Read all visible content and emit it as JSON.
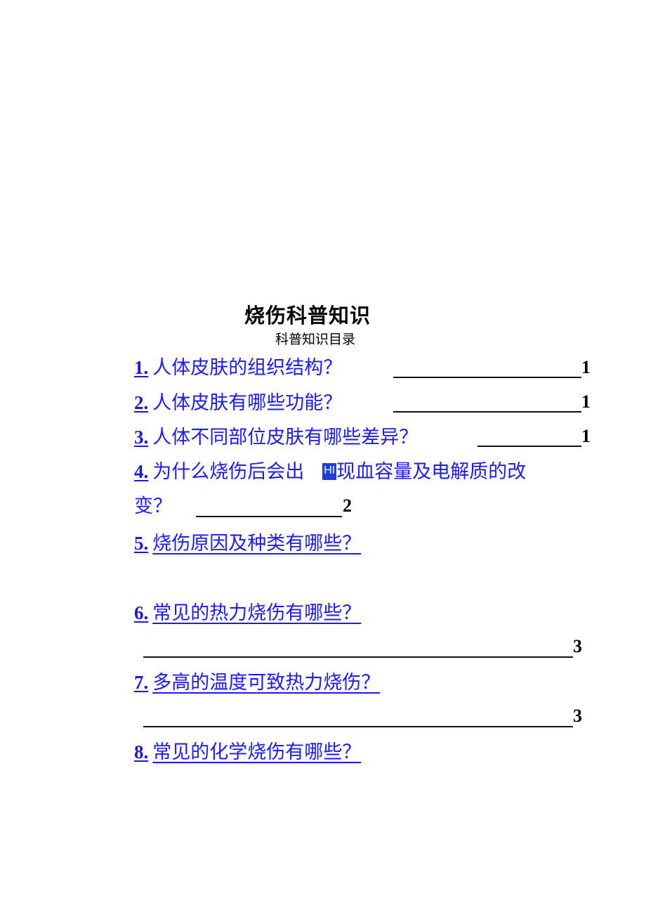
{
  "document": {
    "title": "烧伤科普知识",
    "subtitle": "科普知识目录"
  },
  "colors": {
    "link": "#1a1aff",
    "text": "#000000",
    "highlight_badge": "#1a3fe0",
    "background": "#ffffff"
  },
  "toc": {
    "entries": [
      {
        "num": "1.",
        "text": "人体皮肤的组织结构？",
        "page": "1"
      },
      {
        "num": "2.",
        "text": "人体皮肤有哪些功能？",
        "page": "1"
      },
      {
        "num": "3.",
        "text": "人体不同部位皮肤有哪些差异？",
        "page": "1"
      },
      {
        "num": "4.",
        "text_part1": "为什么烧伤后会出",
        "badge": "HI",
        "text_part2": "现血容量及电解质的改",
        "text_line2": "变？",
        "page": "2"
      },
      {
        "num": "5.",
        "text": "烧伤原因及种类有哪些？",
        "page": ""
      },
      {
        "num": "6.",
        "text": "常见的热力烧伤有哪些？",
        "page": "3"
      },
      {
        "num": "7.",
        "text": "多高的温度可致热力烧伤？",
        "page": "3"
      },
      {
        "num": "8.",
        "text": "常见的化学烧伤有哪些？",
        "page": ""
      }
    ]
  }
}
